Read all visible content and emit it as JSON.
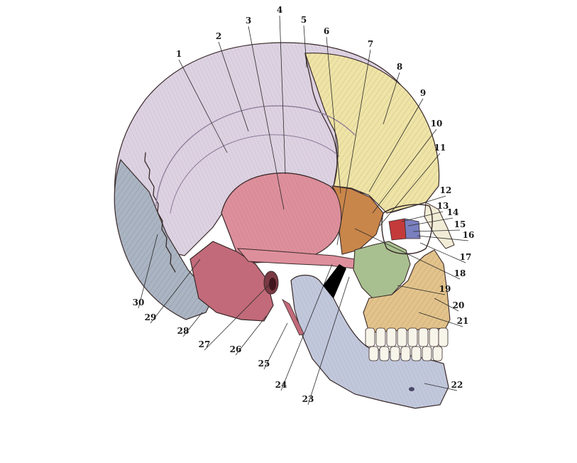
{
  "image": {
    "subject": "skull-lateral-view",
    "colors": {
      "parietal": "#ddd2e2",
      "parietal_shade": "#b9a9c4",
      "frontal": "#efe4a6",
      "frontal_shade": "#d6c47a",
      "occipital": "#aab4c2",
      "occipital_shade": "#8593a6",
      "temporal": "#de8f9c",
      "temporal_dark": "#c26a7a",
      "sphenoid": "#c9864a",
      "zygomatic": "#a8c08f",
      "maxilla": "#e3c38b",
      "mandible": "#c2c8dc",
      "nasal": "#f1ecd6",
      "lacrimal_red": "#c43a3a",
      "ethmoid_blue": "#7a7fbf",
      "teeth": "#f7f4ea",
      "outline": "#3a2a2a"
    }
  },
  "callouts": [
    "1",
    "2",
    "3",
    "4",
    "5",
    "6",
    "7",
    "8",
    "9",
    "10",
    "11",
    "12",
    "13",
    "14",
    "15",
    "16",
    "17",
    "18",
    "19",
    "20",
    "21",
    "22",
    "23",
    "24",
    "25",
    "26",
    "27",
    "28",
    "29",
    "30"
  ]
}
